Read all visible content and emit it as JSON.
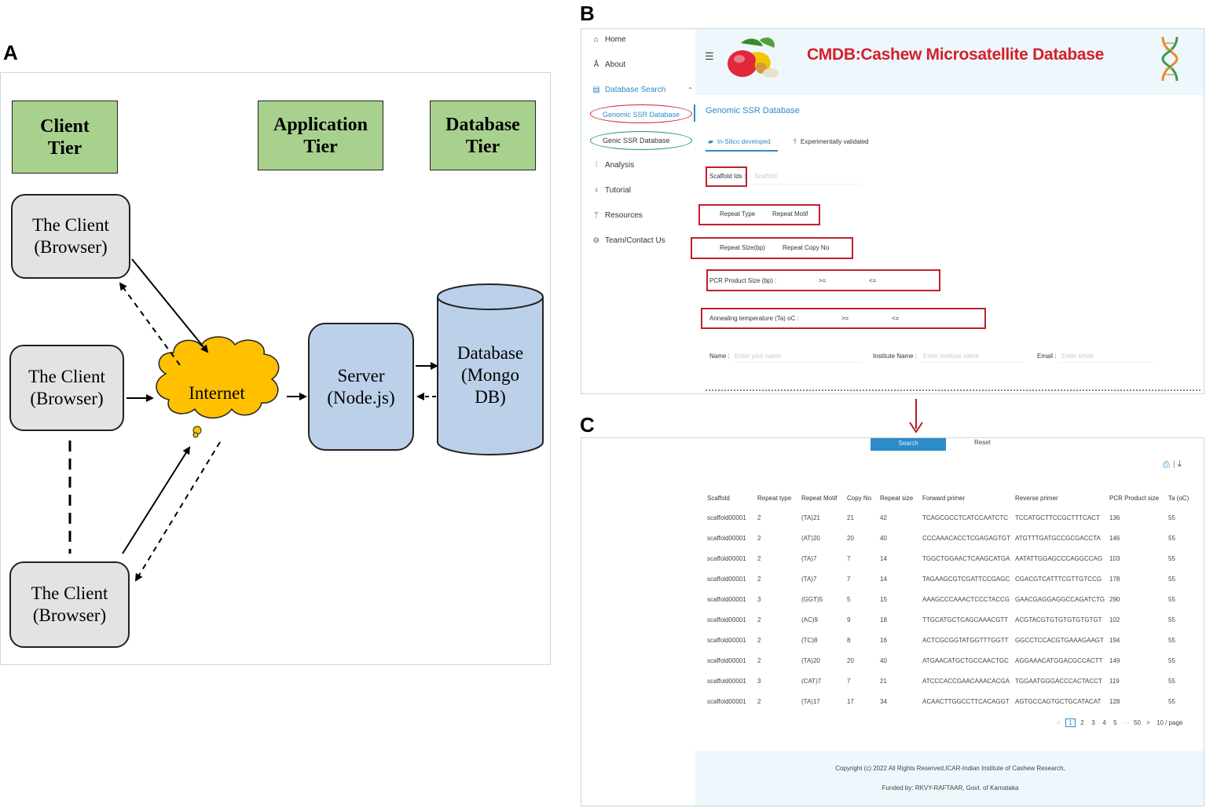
{
  "labels": {
    "a": "A",
    "b": "B",
    "c": "C"
  },
  "panel_a": {
    "tiers": [
      "Client\nTier",
      "Application\nTier",
      "Database\nTier"
    ],
    "clients": [
      "The Client\n(Browser)",
      "The Client\n(Browser)",
      "The Client\n(Browser)"
    ],
    "internet": "Internet",
    "server": "Server\n(Node.js)",
    "database": "Database\n(Mongo\nDB)",
    "colors": {
      "tier": "#a9d18e",
      "client": "#e3e3e3",
      "server": "#bcd0ea",
      "cloud": "#ffc000"
    }
  },
  "panel_b": {
    "nav": [
      {
        "label": "Home",
        "icon": "home-icon"
      },
      {
        "label": "About",
        "icon": "user-icon"
      },
      {
        "label": "Database Search",
        "icon": "database-icon"
      },
      {
        "label": "Genomic SSR Database",
        "icon": ""
      },
      {
        "label": "Genic SSR Database",
        "icon": ""
      },
      {
        "label": "Analysis",
        "icon": "chart-icon"
      },
      {
        "label": "Tutorial",
        "icon": "lightbulb-icon"
      },
      {
        "label": "Resources",
        "icon": "branch-icon"
      },
      {
        "label": "Team/Contact Us",
        "icon": "chat-icon"
      }
    ],
    "menu_icon": "☰",
    "title": "CMDB:Cashew Microsatellite Database",
    "section_title": "Genomic SSR Database",
    "tabs": [
      "In-Silico developed",
      "Experimentally validated"
    ],
    "scaffold_label": "Scaffold Ids :",
    "scaffold_placeholder": "Scaffold",
    "repeat_type": "Repeat Type",
    "repeat_motif": "Repeat Motif",
    "repeat_size": "Repeat Size(bp)",
    "repeat_copy": "Repeat Copy No",
    "pcr_label": "PCR Product Size (bp) :",
    "ta_label": "Annealing temperature (Ta) oC :",
    "gte": ">=",
    "lte": "<=",
    "name_label": "Name :",
    "name_placeholder": "Enter your name",
    "institute_label": "Institute Name :",
    "institute_placeholder": "Enter institute name",
    "email_label": "Email :",
    "email_placeholder": "Enter email",
    "colors": {
      "accent": "#2e8bc9",
      "title": "#d4202a",
      "highlight_red": "#c0202a",
      "highlight_green": "#1f9a4a"
    }
  },
  "panel_c": {
    "search": "Search",
    "reset": "Reset",
    "columns": [
      "Scaffold",
      "Repeat type",
      "Repeat Motif",
      "Copy No",
      "Repeat size",
      "Forward primer",
      "Reverse primer",
      "PCR Product size",
      "Ta (oC)"
    ],
    "rows": [
      [
        "scaffold00001",
        "2",
        "(TA)21",
        "21",
        "42",
        "TCAGCGCCTCATCCAATCTC",
        "TCCATGCTTCCGCTTTCACT",
        "136",
        "55"
      ],
      [
        "scaffold00001",
        "2",
        "(AT)20",
        "20",
        "40",
        "CCCAAACACCTCGAGAGTGT",
        "ATGTTTGATGCCGCGACCTA",
        "146",
        "55"
      ],
      [
        "scaffold00001",
        "2",
        "(TA)7",
        "7",
        "14",
        "TGGCTGGAACTCAAGCATGA",
        "AATATTGGAGCCCAGGCCAG",
        "103",
        "55"
      ],
      [
        "scaffold00001",
        "2",
        "(TA)7",
        "7",
        "14",
        "TAGAAGCGTCGATTCCGAGC",
        "CGACGTCATTTCGTTGTCCG",
        "178",
        "55"
      ],
      [
        "scaffold00001",
        "3",
        "(GGT)5",
        "5",
        "15",
        "AAAGCCCAAACTCCCTACCG",
        "GAACGAGGAGGCCAGATCTG",
        "290",
        "55"
      ],
      [
        "scaffold00001",
        "2",
        "(AC)9",
        "9",
        "18",
        "TTGCATGCTCAGCAAACGTT",
        "ACGTACGTGTGTGTGTGTGT",
        "102",
        "55"
      ],
      [
        "scaffold00001",
        "2",
        "(TC)8",
        "8",
        "16",
        "ACTCGCGGTATGGTTTGGTT",
        "GGCCTCCACGTGAAAGAAGT",
        "194",
        "55"
      ],
      [
        "scaffold00001",
        "2",
        "(TA)20",
        "20",
        "40",
        "ATGAACATGCTGCCAACTGC",
        "AGGAAACATGGACGCCACTT",
        "149",
        "55"
      ],
      [
        "scaffold00001",
        "3",
        "(CAT)7",
        "7",
        "21",
        "ATCCCACCGAACAAACACGA",
        "TGGAATGGGACCCACTACCT",
        "119",
        "55"
      ],
      [
        "scaffold00001",
        "2",
        "(TA)17",
        "17",
        "34",
        "ACAACTTGGCCTTCACAGGT",
        "AGTGCCAGTGCTGCATACAT",
        "128",
        "55"
      ]
    ],
    "pagination": {
      "prev": "<",
      "pages": [
        "1",
        "2",
        "3",
        "4",
        "5",
        "···",
        "50"
      ],
      "next": ">",
      "page_size": "10 / page",
      "current": "1"
    },
    "footer_line1": "Copyright (c) 2022 All Rights Reserved,ICAR-Indian Institute of Cashew Research,",
    "footer_line2": "Funded by: RKVY-RAFTAAR, Govt. of Karnataka"
  }
}
